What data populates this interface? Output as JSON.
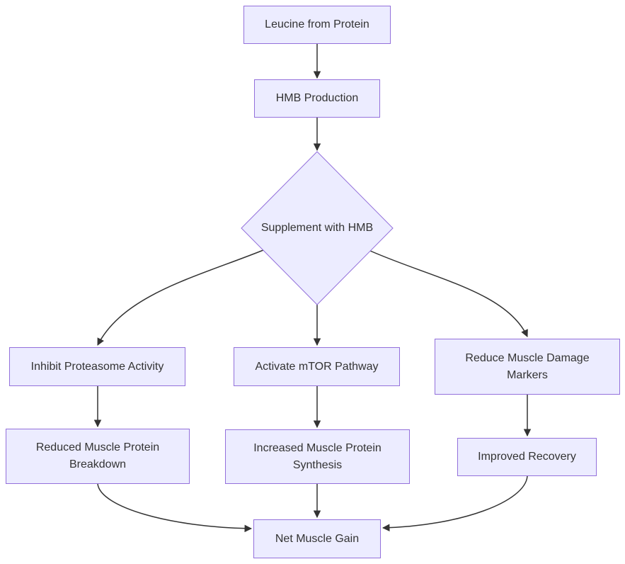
{
  "diagram_type": "flowchart",
  "colors": {
    "node_fill": "#ECECFF",
    "node_border": "#9370DB",
    "edge_color": "#333333",
    "text_color": "#333333",
    "bg": "#ffffff"
  },
  "nodes": {
    "leucine": {
      "label": "Leucine from Protein",
      "shape": "rect"
    },
    "hmb": {
      "label": "HMB Production",
      "shape": "rect"
    },
    "supplement": {
      "label": "Supplement with HMB",
      "shape": "diamond"
    },
    "inhibit": {
      "label": "Inhibit Proteasome Activity",
      "shape": "rect"
    },
    "mtor": {
      "label": "Activate mTOR Pathway",
      "shape": "rect"
    },
    "damage": {
      "label": "Reduce Muscle Damage\nMarkers",
      "shape": "rect"
    },
    "breakdown": {
      "label": "Reduced Muscle Protein\nBreakdown",
      "shape": "rect"
    },
    "synthesis": {
      "label": "Increased Muscle Protein\nSynthesis",
      "shape": "rect"
    },
    "recovery": {
      "label": "Improved Recovery",
      "shape": "rect"
    },
    "gain": {
      "label": "Net Muscle Gain",
      "shape": "rect"
    }
  },
  "edges": [
    {
      "from": "leucine",
      "to": "hmb"
    },
    {
      "from": "hmb",
      "to": "supplement"
    },
    {
      "from": "supplement",
      "to": "inhibit"
    },
    {
      "from": "supplement",
      "to": "mtor"
    },
    {
      "from": "supplement",
      "to": "damage"
    },
    {
      "from": "inhibit",
      "to": "breakdown"
    },
    {
      "from": "mtor",
      "to": "synthesis"
    },
    {
      "from": "damage",
      "to": "recovery"
    },
    {
      "from": "breakdown",
      "to": "gain"
    },
    {
      "from": "synthesis",
      "to": "gain"
    },
    {
      "from": "recovery",
      "to": "gain"
    }
  ]
}
